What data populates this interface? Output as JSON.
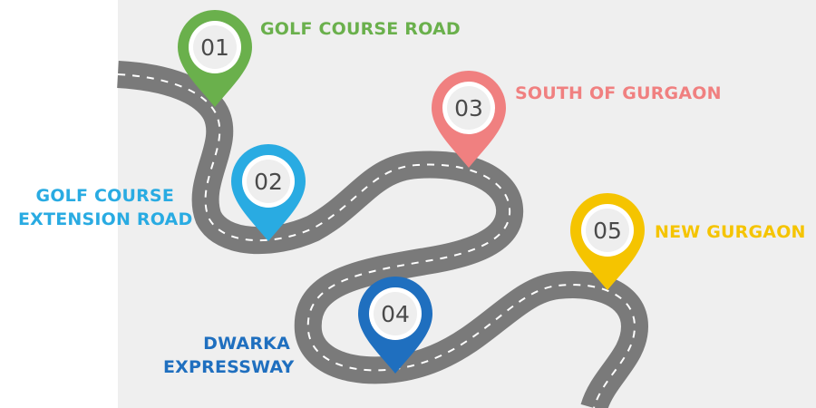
{
  "colors": {
    "green": "#6ab04c",
    "sky": "#29abe2",
    "pink": "#f08080",
    "blue": "#1f6fbf",
    "yellow": "#f5c400",
    "road": "#7a7a7a",
    "road_dash": "#ffffff"
  },
  "stops": [
    {
      "number": "01",
      "label_lines": [
        "GOLF COURSE ROAD"
      ],
      "color": "green"
    },
    {
      "number": "02",
      "label_lines": [
        "GOLF COURSE",
        "EXTENSION ROAD"
      ],
      "color": "sky"
    },
    {
      "number": "03",
      "label_lines": [
        "SOUTH OF GURGAON"
      ],
      "color": "pink"
    },
    {
      "number": "04",
      "label_lines": [
        "DWARKA",
        "EXPRESSWAY"
      ],
      "color": "blue"
    },
    {
      "number": "05",
      "label_lines": [
        "NEW GURGAON"
      ],
      "color": "yellow"
    }
  ]
}
